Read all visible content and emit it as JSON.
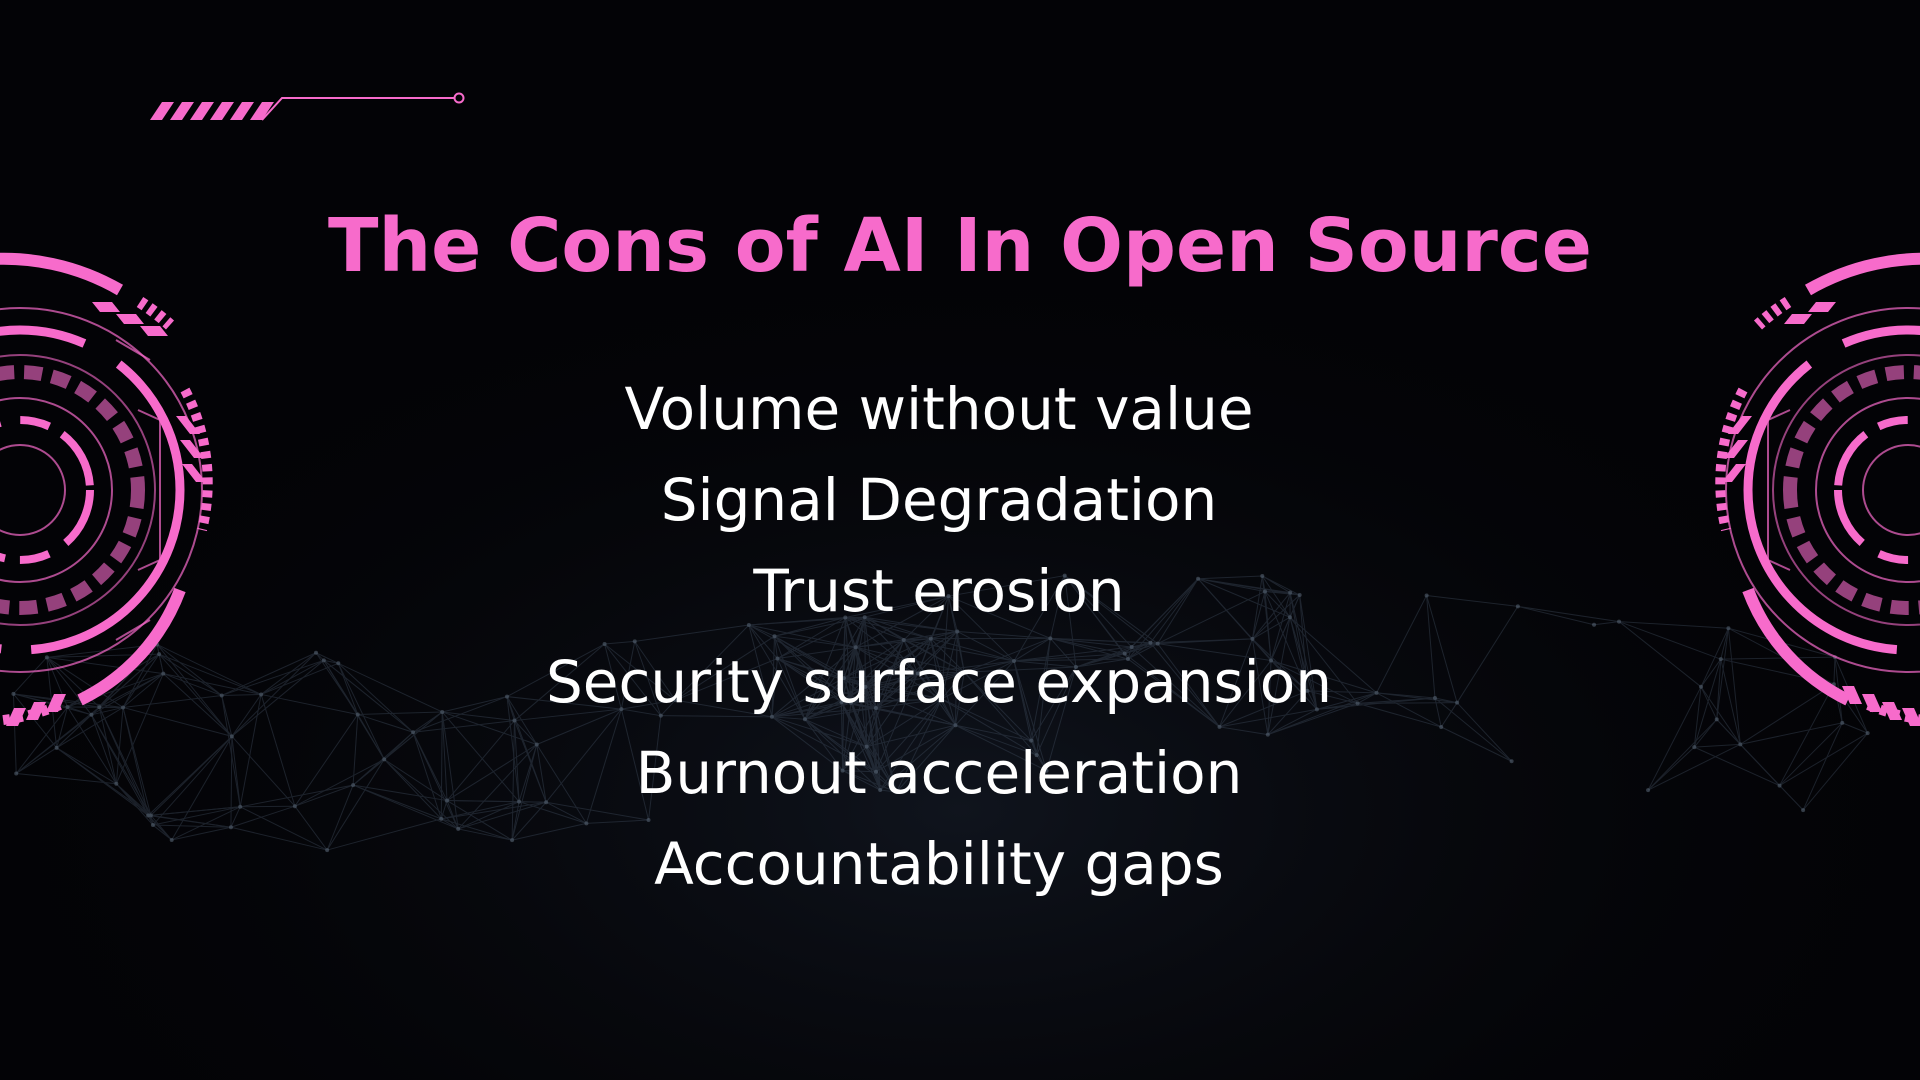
{
  "slide": {
    "title": "The Cons of AI In Open Source",
    "items": [
      "Volume without value",
      "Signal Degradation",
      "Trust erosion",
      "Security surface expansion",
      "Burnout acceleration",
      "Accountability gaps"
    ]
  },
  "theme": {
    "background": "#030306",
    "accent": "#f76bcb",
    "text": "#ffffff"
  },
  "icons": {
    "top_left": "hazard-stripe-connector-icon",
    "left": "hud-circle-icon",
    "right": "hud-circle-icon",
    "background": "network-mesh"
  }
}
